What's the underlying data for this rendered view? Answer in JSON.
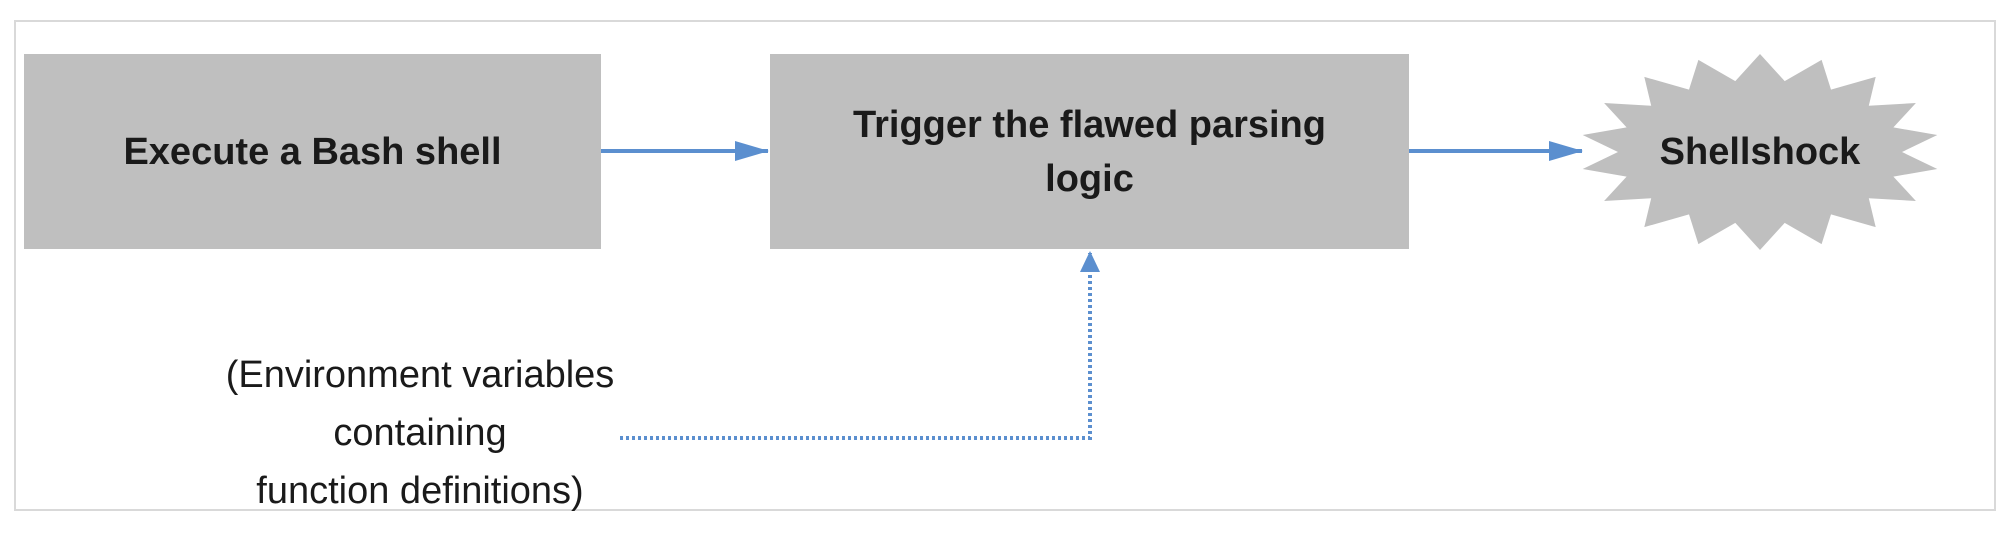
{
  "diagram": {
    "nodes": {
      "execute": {
        "label": "Execute a Bash shell"
      },
      "trigger": {
        "label": "Trigger the flawed parsing logic"
      },
      "shellshock": {
        "label": "Shellshock",
        "shape": "starburst"
      }
    },
    "note": {
      "lines": [
        "(Environment variables",
        "containing",
        "function definitions)"
      ]
    },
    "edges": [
      {
        "from": "execute",
        "to": "trigger",
        "style": "solid"
      },
      {
        "from": "trigger",
        "to": "shellshock",
        "style": "solid"
      },
      {
        "from": "note",
        "to": "trigger",
        "style": "dotted"
      }
    ],
    "colors": {
      "box_fill": "#bfbfbf",
      "arrow": "#5b8fcf",
      "frame_border": "#d9d9d9",
      "text": "#1a1a1a"
    }
  }
}
